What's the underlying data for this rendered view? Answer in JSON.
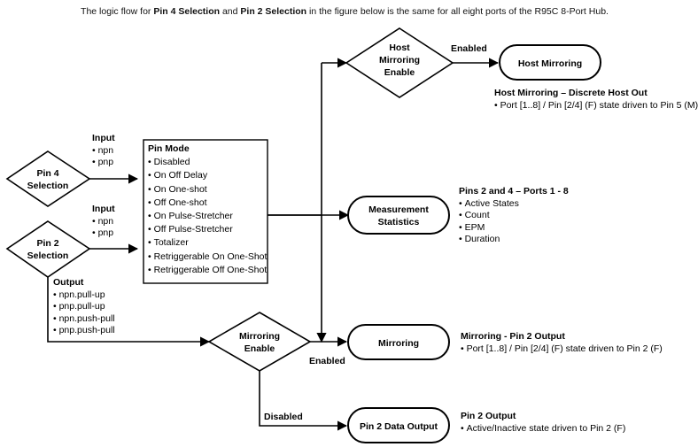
{
  "caption": {
    "prefix": "The logic flow for ",
    "bold1": "Pin 4 Selection",
    "mid": " and ",
    "bold2": "Pin 2 Selection",
    "suffix": " in the figure below is the same for all eight ports of the R95C 8-Port Hub."
  },
  "nodes": {
    "pin4_selection": {
      "line1": "Pin 4",
      "line2": "Selection"
    },
    "pin2_selection": {
      "line1": "Pin 2",
      "line2": "Selection"
    },
    "host_mirroring_enable": {
      "line1": "Host",
      "line2": "Mirroring",
      "line3": "Enable"
    },
    "host_mirroring": {
      "label": "Host Mirroring"
    },
    "measurement_statistics": {
      "line1": "Measurement",
      "line2": "Statistics"
    },
    "mirroring_enable": {
      "line1": "Mirroring",
      "line2": "Enable"
    },
    "mirroring": {
      "label": "Mirroring"
    },
    "pin2_data_output": {
      "label": "Pin 2 Data Output"
    }
  },
  "pin_mode": {
    "title": "Pin Mode",
    "items": [
      "Disabled",
      "On Off Delay",
      "On One-shot",
      "Off One-shot",
      "On Pulse-Stretcher",
      "Off Pulse-Stretcher",
      "Totalizer",
      "Retriggerable On One-Shot",
      "Retriggerable Off One-Shot"
    ]
  },
  "side_labels": {
    "input_pin4": {
      "title": "Input",
      "items": [
        "npn",
        "pnp"
      ]
    },
    "input_pin2": {
      "title": "Input",
      "items": [
        "npn",
        "pnp"
      ]
    },
    "output_pin2": {
      "title": "Output",
      "items": [
        "npn.pull-up",
        "pnp.pull-up",
        "npn.push-pull",
        "pnp.push-pull"
      ]
    }
  },
  "edge_labels": {
    "host_enabled": "Enabled",
    "mirroring_enabled": "Enabled",
    "mirroring_disabled": "Disabled"
  },
  "annotations": {
    "host_mirroring": {
      "title": "Host Mirroring – Discrete Host Out",
      "items": [
        "Port [1..8] / Pin [2/4] (F) state driven to Pin 5 (M)"
      ]
    },
    "measurement": {
      "title": "Pins 2 and 4 – Ports 1 - 8",
      "items": [
        "Active States",
        "Count",
        "EPM",
        "Duration"
      ]
    },
    "mirroring": {
      "title": "Mirroring - Pin 2 Output",
      "items": [
        "Port [1..8] / Pin [2/4] (F) state driven to Pin 2 (F)"
      ]
    },
    "pin2_output": {
      "title": "Pin 2 Output",
      "items": [
        "Active/Inactive state driven to Pin 2 (F)"
      ]
    }
  },
  "colors": {
    "stroke": "#000000",
    "background": "#ffffff",
    "text": "#000000"
  }
}
